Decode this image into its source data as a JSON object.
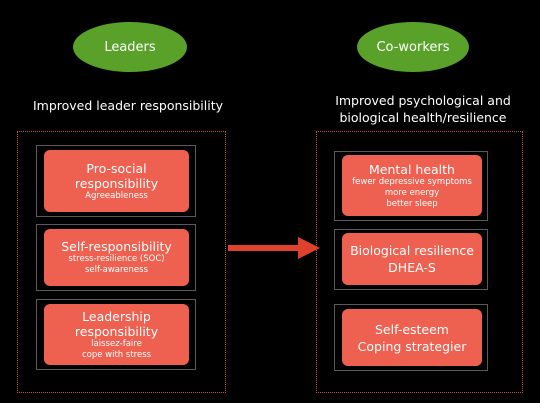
{
  "leaders": {
    "oval_label": "Leaders",
    "heading": "Improved leader responsibility",
    "boxes": [
      {
        "title": "Pro-social responsibility",
        "lines": [
          "Agreeableness"
        ]
      },
      {
        "title": "Self-responsibility",
        "lines": [
          "stress-resilience (SOC)",
          "self-awareness"
        ]
      },
      {
        "title": "Leadership responsibility",
        "lines": [
          "laissez-faire",
          "cope with stress"
        ]
      }
    ]
  },
  "coworkers": {
    "oval_label": "Co-workers",
    "heading": "Improved psychological and biological health/resilience",
    "boxes": [
      {
        "title": "Mental health",
        "lines": [
          "fewer depressive symptoms",
          "more energy",
          "better sleep"
        ]
      },
      {
        "title": "Biological resilience",
        "lines": [
          "DHEA-S"
        ]
      },
      {
        "title": "Self-esteem",
        "lines": [
          "Coping strategier"
        ]
      }
    ]
  },
  "colors": {
    "background": "#000000",
    "oval": "#5aa12a",
    "box": "#ee6050",
    "arrow": "#e0402e"
  }
}
